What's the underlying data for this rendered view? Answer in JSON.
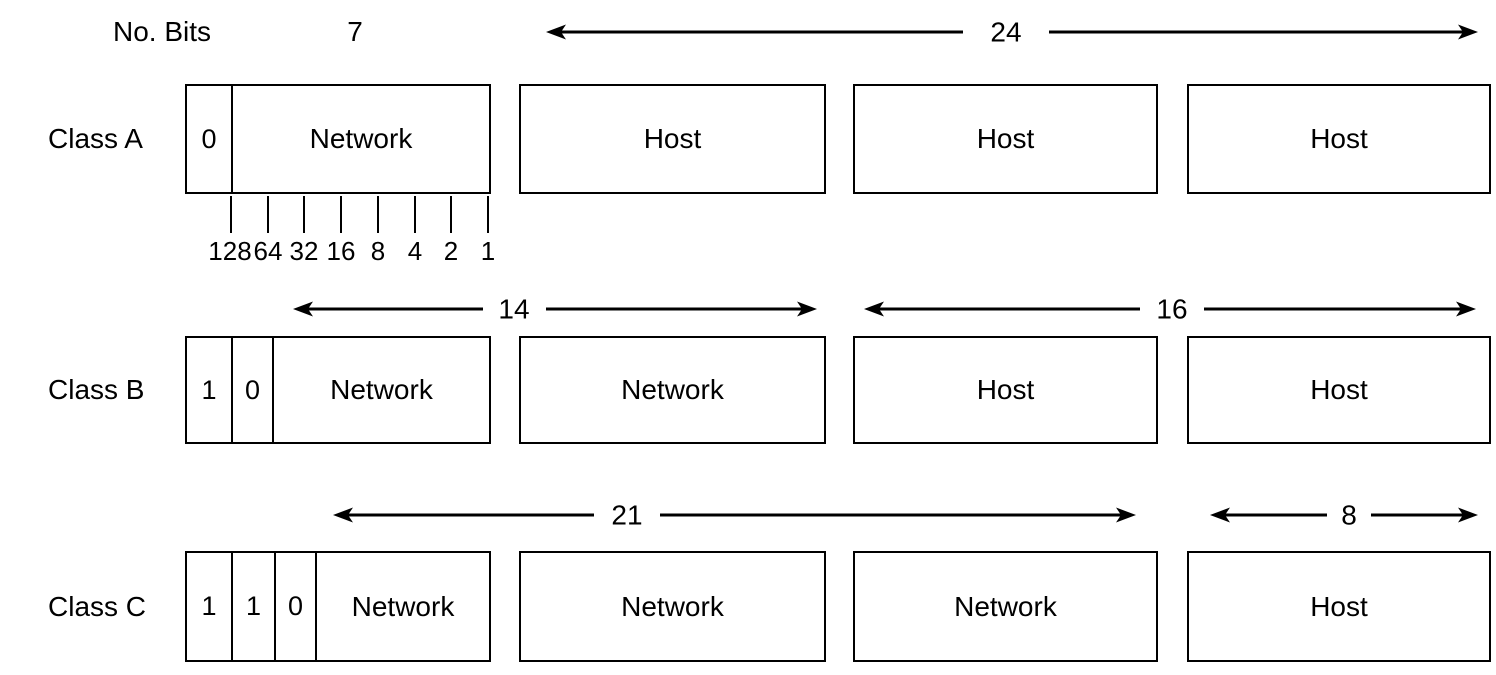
{
  "header": {
    "no_bits_label": "No. Bits",
    "class_a_network_bits": "7"
  },
  "arrows": {
    "class_a_host": "24",
    "class_b_network": "14",
    "class_b_host": "16",
    "class_c_network": "21",
    "class_c_host": "8"
  },
  "bit_values": [
    "128",
    "64",
    "32",
    "16",
    "8",
    "4",
    "2",
    "1"
  ],
  "rows": [
    {
      "label": "Class A",
      "first_box": {
        "bits": [
          "0"
        ],
        "label": "Network"
      },
      "octets": [
        "Host",
        "Host",
        "Host"
      ]
    },
    {
      "label": "Class B",
      "first_box": {
        "bits": [
          "1",
          "0"
        ],
        "label": "Network"
      },
      "octets": [
        "Network",
        "Host",
        "Host"
      ]
    },
    {
      "label": "Class C",
      "first_box": {
        "bits": [
          "1",
          "1",
          "0"
        ],
        "label": "Network"
      },
      "octets": [
        "Network",
        "Network",
        "Host"
      ]
    }
  ],
  "colors": {
    "ink": "#000000",
    "background": "#ffffff"
  }
}
